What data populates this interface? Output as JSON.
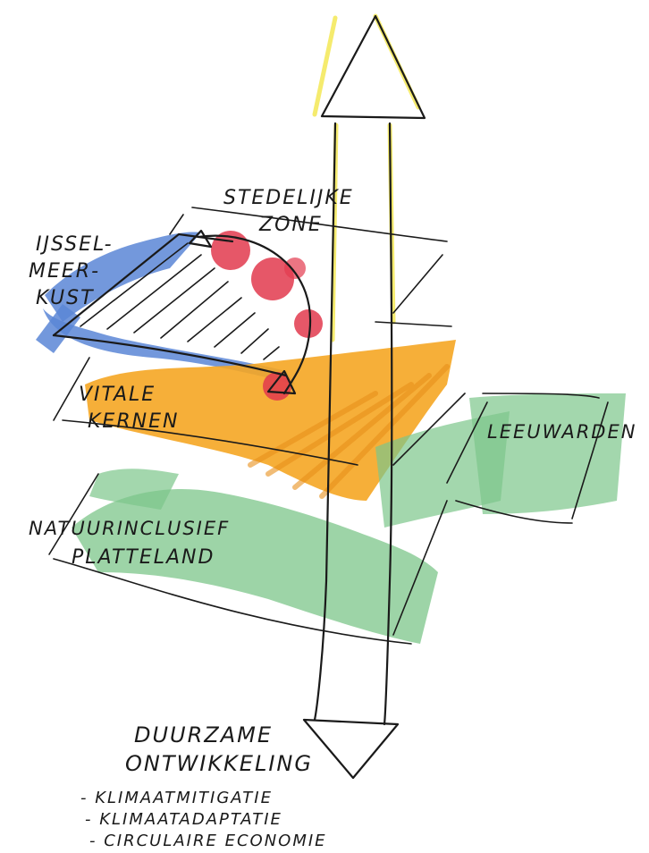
{
  "colors": {
    "ink": "#1a1a1a",
    "blue_marker": "#5b86d6",
    "red_marker": "#e23a4e",
    "orange_marker": "#f5a623",
    "green_marker": "#7cc68a",
    "yellow_marker": "#f2e64a"
  },
  "labels": {
    "stedelijke_1": "STEDELIJKE",
    "stedelijke_2": "ZONE",
    "ijssel_1": "IJSSEL-",
    "ijssel_2": "MEER-",
    "ijssel_3": "KUST",
    "vitale_1": "VITALE",
    "vitale_2": "KERNEN",
    "leeuwarden": "LEEUWARDEN",
    "natuur_1": "NATUURINCLUSIEF",
    "natuur_2": "PLATTELAND",
    "duurzame_1": "DUURZAME",
    "duurzame_2": "ONTWIKKELING",
    "bullet_1": "- KLIMAATMITIGATIE",
    "bullet_2": "- KLIMAATADAPTATIE",
    "bullet_3": "- CIRCULAIRE ECONOMIE"
  }
}
